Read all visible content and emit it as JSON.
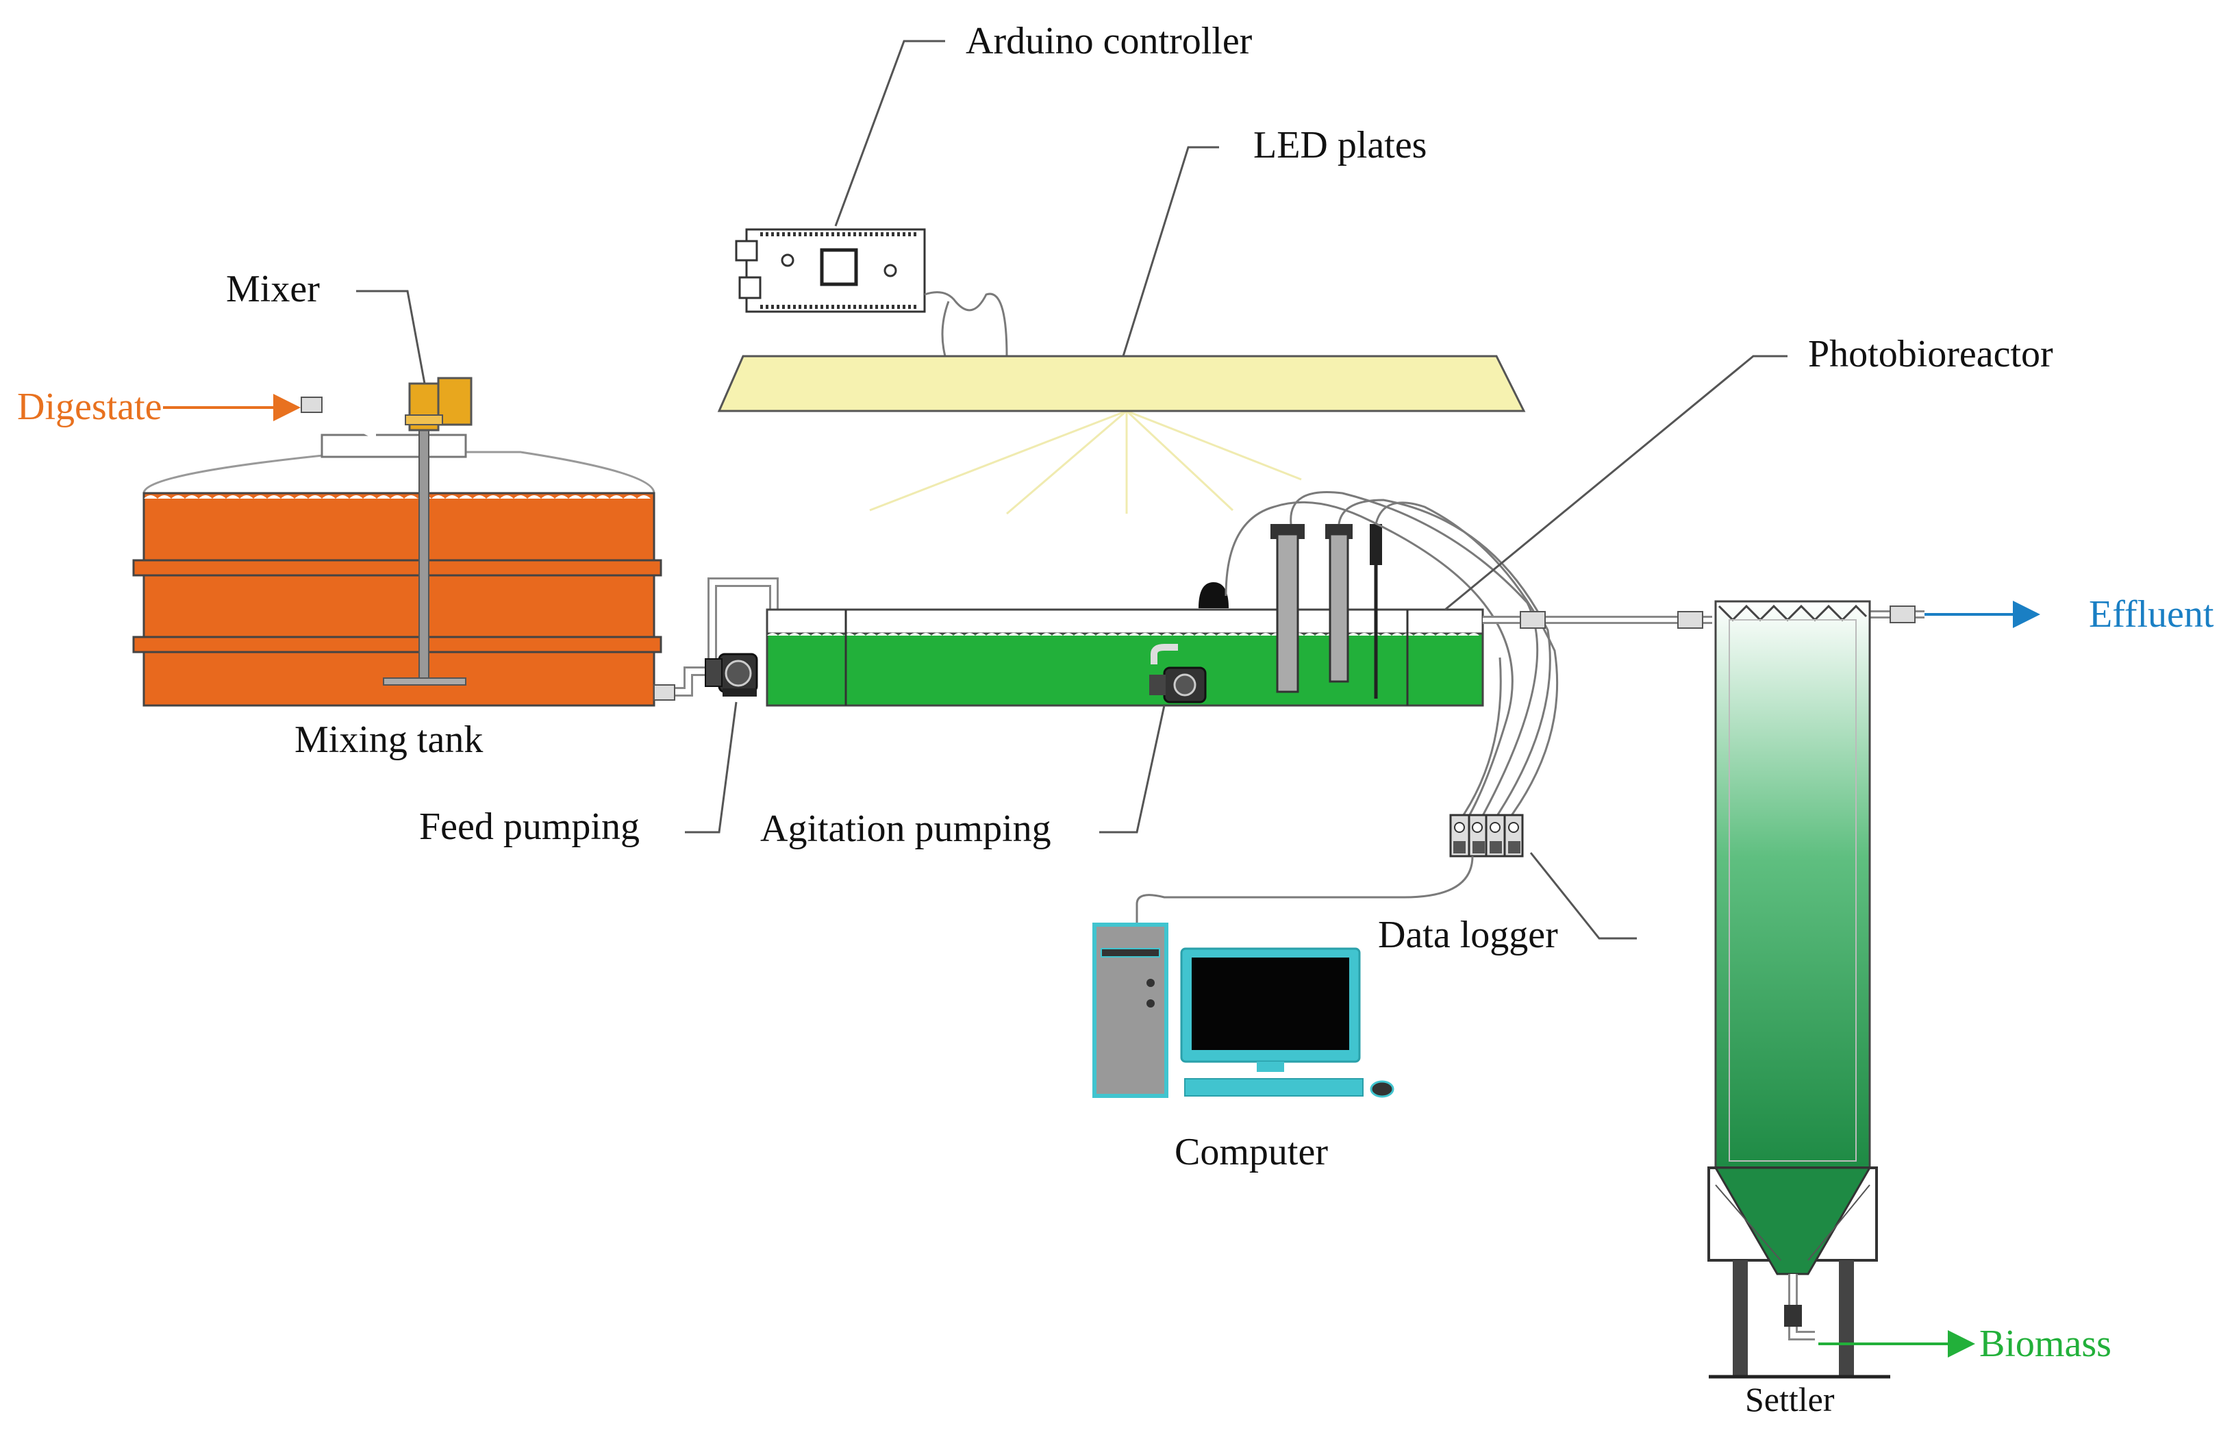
{
  "labels": {
    "arduino": "Arduino controller",
    "led": "LED plates",
    "mixer": "Mixer",
    "photobioreactor": "Photobioreactor",
    "digestate": "Digestate",
    "effluent": "Effluent",
    "mixing_tank": "Mixing tank",
    "feed_pumping": "Feed pumping",
    "agitation_pumping": "Agitation pumping",
    "data_logger": "Data logger",
    "computer": "Computer",
    "biomass": "Biomass",
    "settler": "Settler"
  },
  "colors": {
    "digestate": "#e8711f",
    "tank_fill": "#e8691e",
    "reactor_fill": "#22b03a",
    "effluent": "#1a7fc4",
    "biomass": "#22b03a",
    "led_fill": "#f6f2b0",
    "computer": "#41c4cf",
    "settler_top": "#ffffff",
    "settler_bottom": "#1e8a44"
  },
  "icons": {
    "arduino": "circuit-board-icon",
    "pump": "pump-icon",
    "valve": "valve-icon",
    "monitor": "monitor-icon"
  }
}
